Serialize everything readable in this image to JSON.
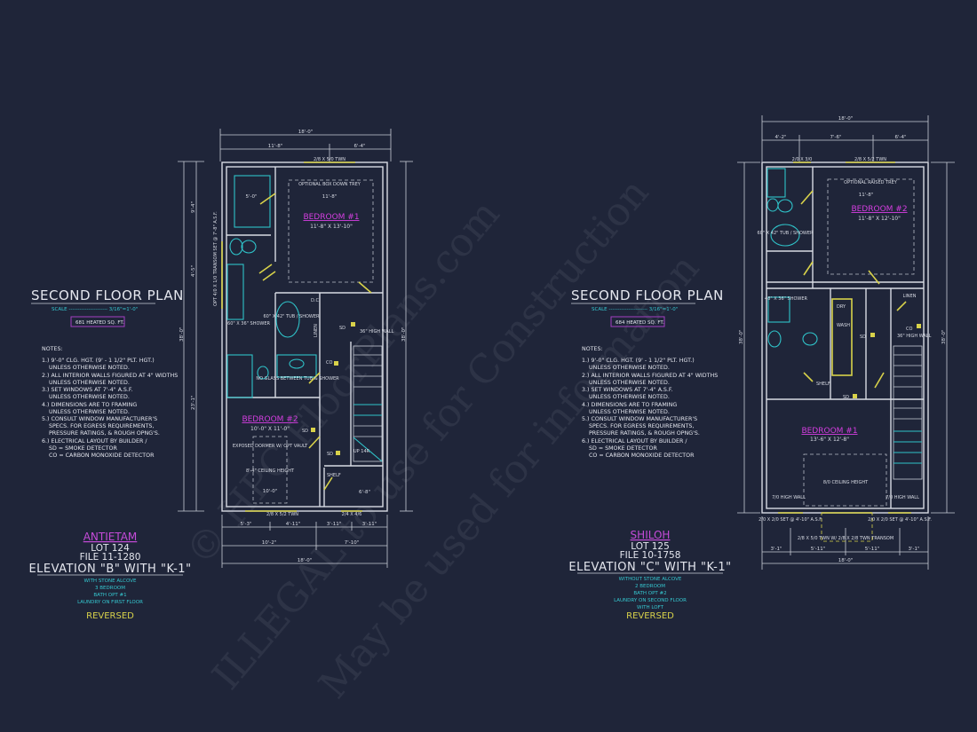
{
  "watermark": {
    "line1": "© HPC FloorPlans.com",
    "line2": "ILLEGAL to use for Construction",
    "line3": "May be used for information"
  },
  "colors": {
    "background": "#1f2539",
    "walls": "#d8dbe4",
    "fixtures": "#2fc3c9",
    "doors_windows": "#d8d24a",
    "room_labels": "#d43ee0",
    "plan_name": "#c44bd8"
  },
  "left": {
    "title": "SECOND FLOOR PLAN",
    "scale": "SCALE ---------------------- 3/16\"=1'-0\"",
    "heated": "681 HEATED SQ. FT.",
    "notes_heading": "NOTES:",
    "notes": [
      "1.) 9'-0\" CLG. HGT. (9' - 1 1/2\" PLT. HGT.)",
      "UNLESS OTHERWISE NOTED.",
      "2.) ALL INTERIOR WALLS FIGURED AT 4\" WIDTHS",
      "UNLESS OTHERWISE NOTED.",
      "3.) SET WINDOWS AT 7'-4\" A.S.F.",
      "UNLESS OTHERWISE NOTED.",
      "4.) DIMENSIONS ARE TO FRAMING",
      "UNLESS OTHERWISE NOTED.",
      "5.) CONSULT WINDOW MANUFACTURER'S",
      "SPECS. FOR EGRESS REQUIREMENTS,",
      "PRESSURE RATINGS, & ROUGH OPNG'S.",
      "6.) ELECTRICAL LAYOUT BY BUILDER /",
      "SD = SMOKE DETECTOR",
      "CO = CARBON MONOXIDE DETECTOR"
    ],
    "name": "ANTIETAM",
    "lot": "LOT 124",
    "file": "FILE 11-1280",
    "elevation": "ELEVATION \"B\" WITH \"K-1\"",
    "options": [
      "WITH STONE ALCOVE",
      "3 BEDROOM",
      "BATH OPT #1",
      "LAUNDRY ON FIRST FLOOR"
    ],
    "reversed": "REVERSED",
    "plan": {
      "dims_top": [
        "18'-0\"",
        "11'-8\"",
        "6'-4\""
      ],
      "dims_bottom": [
        "5'-3\"",
        "4'-11\"",
        "3'-11\"",
        "3'-11\"",
        "10'-2\"",
        "7'-10\"",
        "18'-0\""
      ],
      "dims_side": [
        "9'-4\"",
        "4'-5\"",
        "23'-1\"",
        "38'-0\"",
        "38'-0\""
      ],
      "bedroom1": "BEDROOM #1",
      "bedroom1_size": "11'-8\" X 13'-10\"",
      "bedroom2": "BEDROOM #2",
      "bedroom2_size": "10'-0\" X 11'-0\"",
      "window_top": "2/8 X 5/0 TWN",
      "window_bottom": "2/8 X 5/2 TWN",
      "window_stair": "2/4 X 4/6",
      "tray": "OPTIONAL BOX DOWN TREY",
      "tray_dim": "11'-8\"",
      "closet_dim": "5'-0\"",
      "tub": "60\" X 42\" TUB / SHOWER",
      "shower": "60\" X 36\" SHOWER",
      "dc": "D.C.",
      "linen": "LINEN",
      "no_glass": "NO GLASS BETWEEN TUB & SHOWER",
      "high_wall": "36\" HIGH WALL",
      "dormer": "EXPOSED DORMER W/ OPT VAULT",
      "ceiling": "8'-4\" CEILING HEIGHT",
      "dormer_dim": "10'-0\"",
      "shelf": "SHELF",
      "shelf_dim": "6'-8\"",
      "up": "UP 14R",
      "sd": "SD",
      "co": "CO",
      "window_side": "OPT 4/0 X 1/0 TRANSOM SET @ 7'-8\" A.S.F.",
      "door_24": "2/4",
      "door_28": "2/8"
    }
  },
  "right": {
    "title": "SECOND FLOOR PLAN",
    "scale": "SCALE ---------------------- 3/16\"=1'-0\"",
    "heated": "684 HEATED SQ. FT.",
    "notes_heading": "NOTES:",
    "notes": [
      "1.) 9'-0\" CLG. HGT. (9' - 1 1/2\" PLT. HGT.)",
      "UNLESS OTHERWISE NOTED.",
      "2.) ALL INTERIOR WALLS FIGURED AT 4\" WIDTHS",
      "UNLESS OTHERWISE NOTED.",
      "3.) SET WINDOWS AT 7'-4\" A.S.F.",
      "UNLESS OTHERWISE NOTED.",
      "4.) DIMENSIONS ARE TO FRAMING",
      "UNLESS OTHERWISE NOTED.",
      "5.) CONSULT WINDOW MANUFACTURER'S",
      "SPECS. FOR EGRESS REQUIREMENTS,",
      "PRESSURE RATINGS, & ROUGH OPNG'S.",
      "6.) ELECTRICAL LAYOUT BY BUILDER /",
      "SD = SMOKE DETECTOR",
      "CO = CARBON MONOXIDE DETECTOR"
    ],
    "name": "SHILOH",
    "lot": "LOT 125",
    "file": "FILE 10-1758",
    "elevation": "ELEVATION \"C\" WITH \"K-1\"",
    "options": [
      "WITHOUT STONE ALCOVE",
      "2 BEDROOM",
      "BATH OPT #2",
      "LAUNDRY ON SECOND FLOOR",
      "WITH LOFT"
    ],
    "reversed": "REVERSED",
    "plan": {
      "dims_top": [
        "18'-0\"",
        "4'-2\"",
        "7'-6\"",
        "6'-4\""
      ],
      "dims_bottom": [
        "3'-1\"",
        "5'-11\"",
        "5'-11\"",
        "3'-1\"",
        "18'-0\""
      ],
      "dims_side": [
        "38'-0\"",
        "38'-0\""
      ],
      "bedroom2": "BEDROOM #2",
      "bedroom2_size": "11'-8\" X 12'-10\"",
      "bedroom1": "BEDROOM #1",
      "bedroom1_size": "13'-6\" X 12'-8\"",
      "window_top": "2/8 X 5/2 TWN",
      "window_small": "2/0 X 3/0",
      "tray": "OPTIONAL RAISED TREY",
      "tray_dim": "11'-8\"",
      "tub": "60\" X 42\" TUB / SHOWER",
      "shower": "48\" X 36\" SHOWER",
      "linen": "LINEN",
      "dry": "DRY",
      "wash": "WASH",
      "high_wall": "36\" HIGH WALL",
      "ceiling": "8/0 CEILING HEIGHT",
      "low_wall": "7/0 HIGH WALL",
      "window_side": "2/0 X 2/0 SET @ 4'-10\" A.S.F.",
      "window_bottom": "2/8 X 5/0 TWN W/ 2/8 X 2/8 TWN TRANSOM",
      "shelf": "SHELF",
      "sd": "SD",
      "co": "CO"
    }
  }
}
